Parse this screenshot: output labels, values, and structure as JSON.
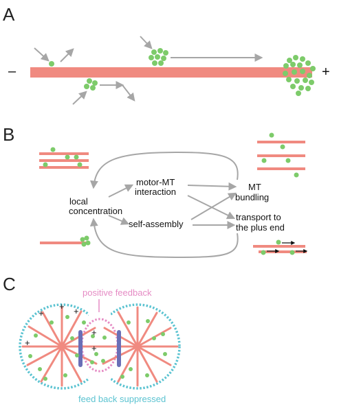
{
  "colors": {
    "microtubule": "#F08A80",
    "protein": "#7DCB6A",
    "arrow": "#A6A6A6",
    "aster_boundary": "#5BC3D1",
    "feedback_zone": "#E58BC4",
    "plate": "#6A6FB7",
    "black": "#111111"
  },
  "panels": {
    "a": {
      "letter": "A",
      "minus": "–",
      "plus": "+"
    },
    "b": {
      "letter": "B",
      "local_line1": "local",
      "local_line2": "concentration",
      "motor_line1": "motor-MT",
      "motor_line2": "interaction",
      "self_assembly": "self-assembly",
      "mt_line1": "MT",
      "mt_line2": "bundling",
      "transport_line1": "transport to",
      "transport_line2": "the plus end"
    },
    "c": {
      "letter": "C",
      "positive_feedback": "positive feedback",
      "feedback_suppressed": "feed back suppressed",
      "plus_mark": "+"
    }
  }
}
